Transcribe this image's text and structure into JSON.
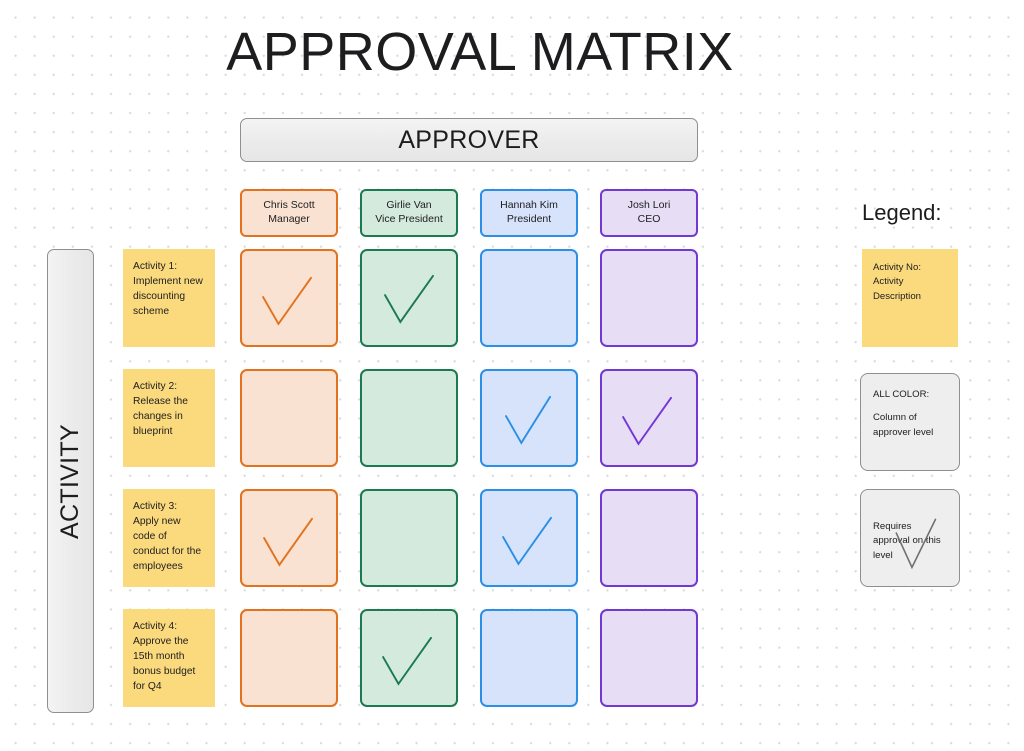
{
  "page": {
    "title": "APPROVAL MATRIX",
    "approver_banner": "APPROVER",
    "activity_banner": "ACTIVITY"
  },
  "colors": {
    "orange_fill": "#f9e2d1",
    "orange_border": "#e2721e",
    "green_fill": "#d4eadd",
    "green_border": "#1b7a4f",
    "blue_fill": "#d7e3fb",
    "blue_border": "#2b8fe8",
    "purple_fill": "#e7ddf5",
    "purple_border": "#7238d4",
    "sticky_yellow": "#fbd97d",
    "banner_gray": "#ededed",
    "banner_border": "#8e8e93"
  },
  "approvers": [
    {
      "name": "Chris Scott",
      "role": "Manager",
      "fill": "#f9e2d1",
      "border": "#e2721e",
      "check": "#e2721e"
    },
    {
      "name": "Girlie Van",
      "role": "Vice President",
      "fill": "#d4eadd",
      "border": "#1b7a4f",
      "check": "#1b7a4f"
    },
    {
      "name": "Hannah Kim",
      "role": "President",
      "fill": "#d7e3fb",
      "border": "#2b8fe8",
      "check": "#2b8fe8"
    },
    {
      "name": "Josh Lori",
      "role": "CEO",
      "fill": "#e7ddf5",
      "border": "#7238d4",
      "check": "#7238d4"
    }
  ],
  "activities": [
    {
      "no": "Activity 1:",
      "description": "Implement new discounting scheme"
    },
    {
      "no": "Activity 2:",
      "description": "Release the changes in blueprint"
    },
    {
      "no": "Activity 3:",
      "description": "Apply new code of conduct for the employees"
    },
    {
      "no": "Activity 4:",
      "description": "Approve the 15th month bonus budget for Q4"
    }
  ],
  "matrix": [
    [
      true,
      true,
      false,
      false
    ],
    [
      false,
      false,
      true,
      true
    ],
    [
      true,
      false,
      true,
      false
    ],
    [
      false,
      true,
      false,
      false
    ]
  ],
  "legend": {
    "title": "Legend:",
    "note": {
      "line1": "Activity No:",
      "line2": "Activity",
      "line3": "Description"
    },
    "color_box": {
      "line1": "ALL COLOR:",
      "line2": "Column of",
      "line3": "approver level"
    },
    "check_box": {
      "line1": "Requires",
      "line2": "approval on this",
      "line3": "level"
    }
  }
}
